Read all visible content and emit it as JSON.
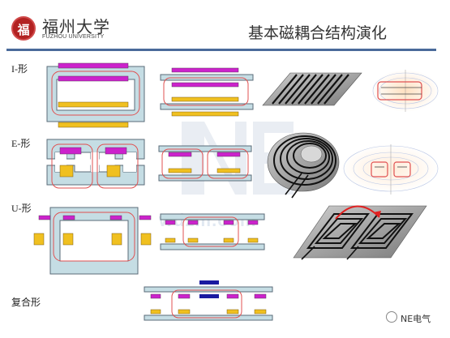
{
  "header": {
    "logo_glyph": "福",
    "university_name": "福州大学",
    "university_en": "FUZHOU UNIVERSITY",
    "title": "基本磁耦合结构演化"
  },
  "rows": [
    {
      "label": "I-形"
    },
    {
      "label": "E-形"
    },
    {
      "label": "U-形"
    },
    {
      "label": "复合形"
    }
  ],
  "watermark": {
    "text": "wdzm.com",
    "badge_text": "NE电气"
  },
  "colors": {
    "core": "#c5dde4",
    "core_stroke": "#5a6b78",
    "winding_primary": "#cc22cc",
    "winding_secondary": "#f0c020",
    "flux_path": "#e05050",
    "title_rule": "#4a6a9a",
    "coil_blue": "#1a1aa0"
  }
}
